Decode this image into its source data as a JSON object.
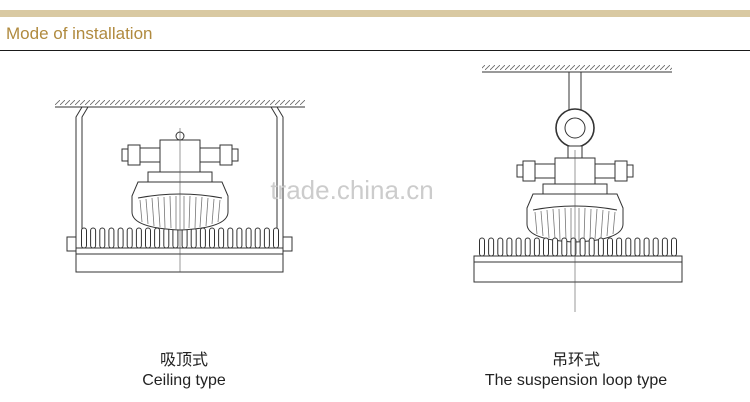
{
  "colors": {
    "band": "#d9c9a2",
    "heading": "#b08a3e",
    "line": "#333333",
    "watermark": "#c4c4c4"
  },
  "section": {
    "title": "Mode of installation"
  },
  "watermark": {
    "text": "trade.china.cn"
  },
  "captions": [
    {
      "cn": "吸顶式",
      "en": "Ceiling type"
    },
    {
      "cn": "吊环式",
      "en": "The suspension loop type"
    }
  ]
}
